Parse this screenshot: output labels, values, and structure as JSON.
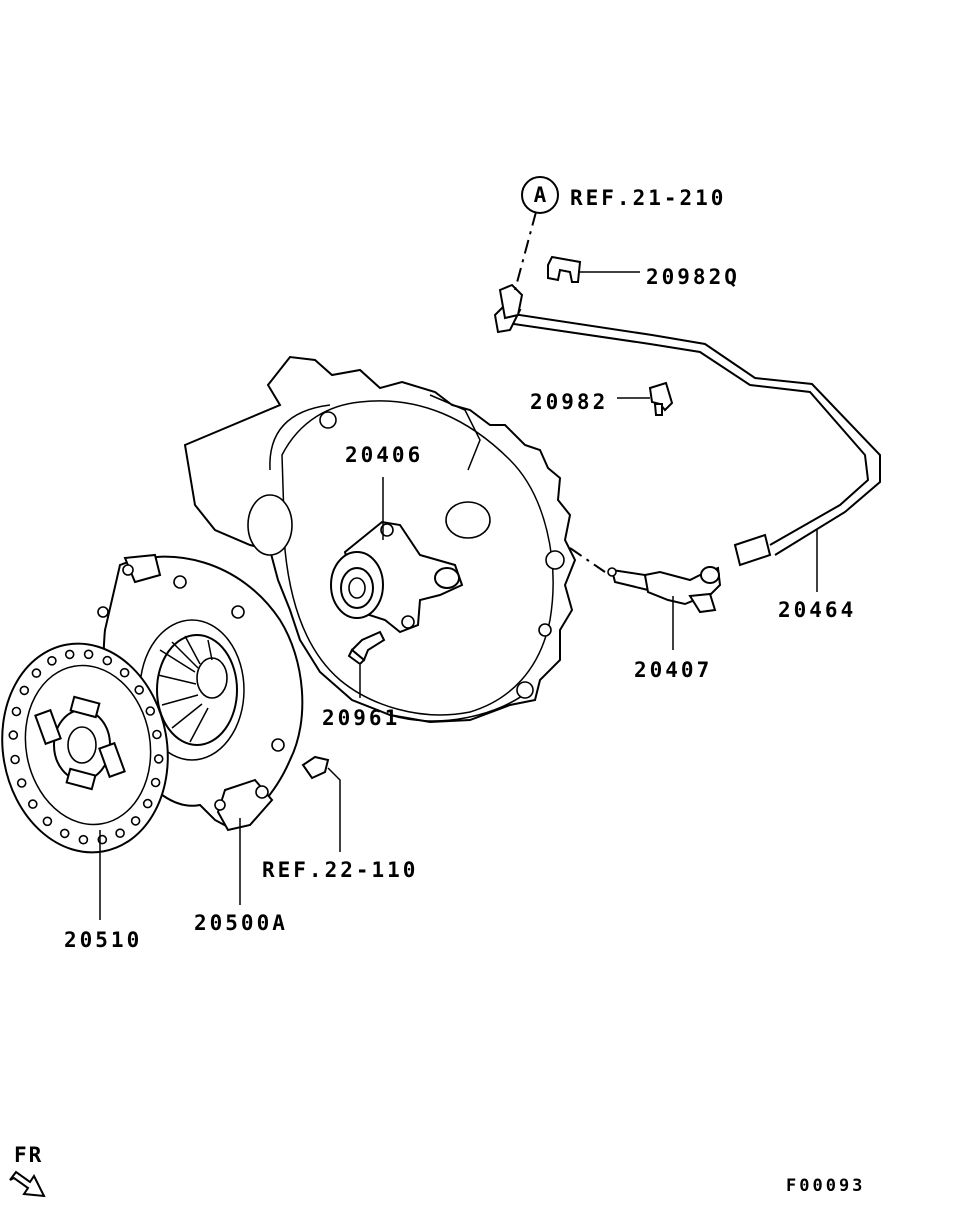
{
  "callout_circle": "A",
  "labels": {
    "ref_21_210": "REF.21-210",
    "p20982q": "20982Q",
    "p20982": "20982",
    "p20406": "20406",
    "p20464": "20464",
    "p20407": "20407",
    "p20961": "20961",
    "ref_22_110": "REF.22-110",
    "p20510": "20510",
    "p20500a": "20500A"
  },
  "front_marker": "FR",
  "figure_code": "F00093"
}
